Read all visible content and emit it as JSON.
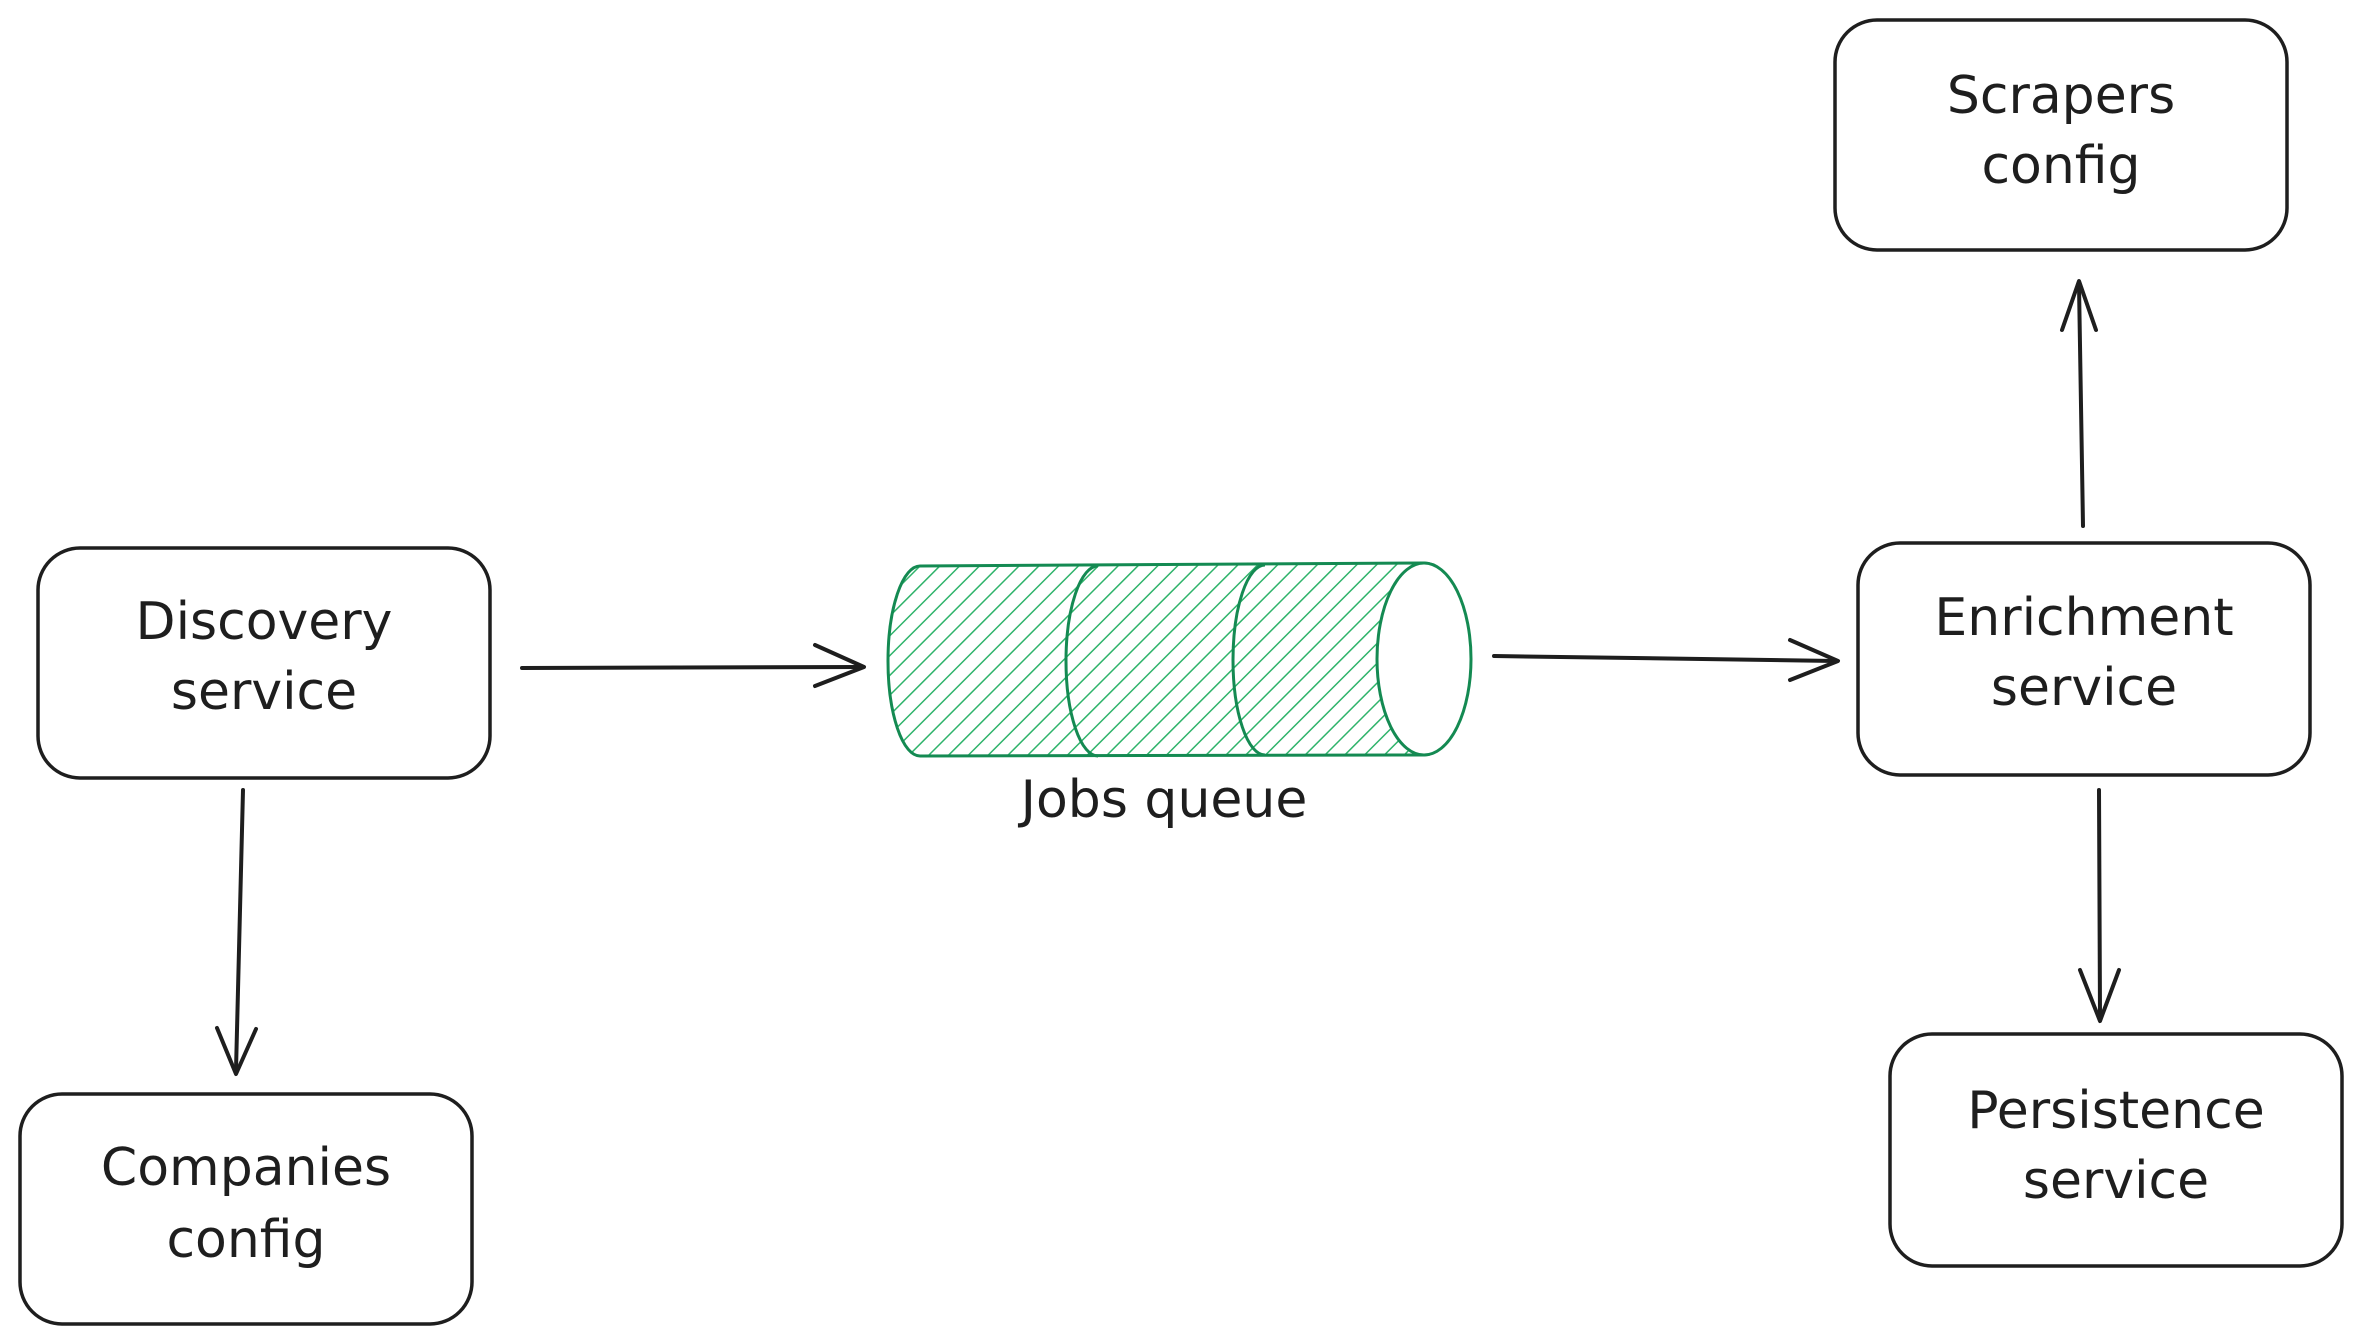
{
  "diagram": {
    "nodes": {
      "discovery": {
        "lines": [
          "Discovery",
          "service"
        ]
      },
      "companies": {
        "lines": [
          "Companies",
          "config"
        ]
      },
      "enrichment": {
        "lines": [
          "Enrichment",
          "service"
        ]
      },
      "scrapers": {
        "lines": [
          "Scrapers",
          "config"
        ]
      },
      "persistence": {
        "lines": [
          "Persistence",
          "service"
        ]
      }
    },
    "queue": {
      "label": "Jobs queue",
      "color": "#148a52",
      "hatch_color": "#2fb36b"
    },
    "edges": [
      {
        "from": "discovery",
        "to": "queue"
      },
      {
        "from": "queue",
        "to": "enrichment"
      },
      {
        "from": "discovery",
        "to": "companies"
      },
      {
        "from": "enrichment",
        "to": "scrapers"
      },
      {
        "from": "enrichment",
        "to": "persistence"
      }
    ],
    "stroke_color": "#1e1e1e"
  }
}
